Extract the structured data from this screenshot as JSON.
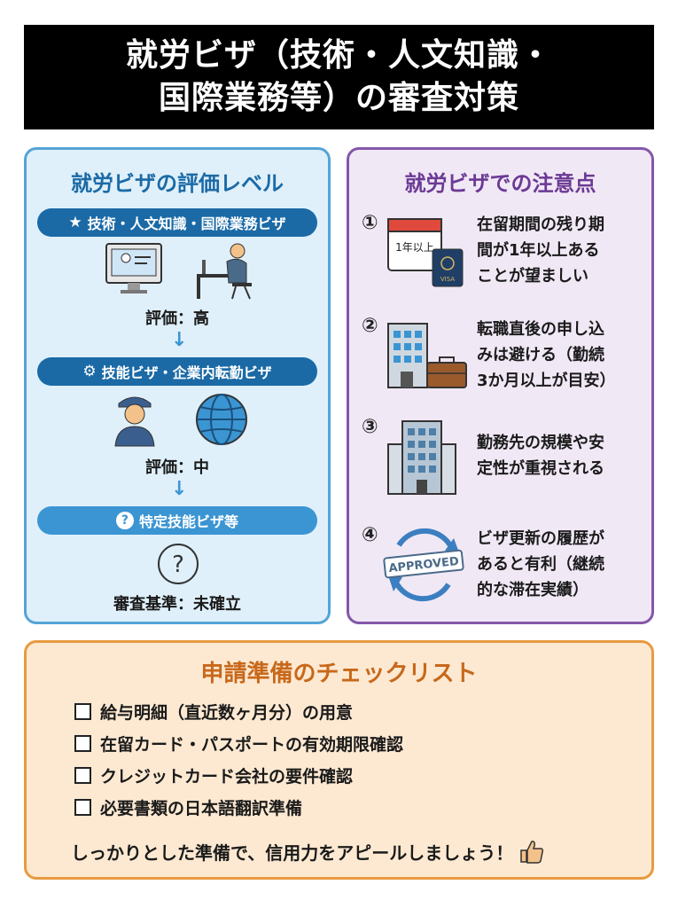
{
  "title": {
    "line1": "就労ビザ（技術・人文知識・",
    "line2": "国際業務等）の審査対策"
  },
  "evaluation": {
    "heading": "就労ビザの評価レベル",
    "levels": [
      {
        "label": "技術・人文知識・国際業務ビザ",
        "icon": "star-icon",
        "rating": "評価：高"
      },
      {
        "label": "技能ビザ・企業内転勤ビザ",
        "icon": "gear-icon",
        "rating": "評価：中"
      },
      {
        "label": "特定技能ビザ等",
        "icon": "question-icon",
        "rating": "審査基準：未確立"
      }
    ],
    "arrow": "↓"
  },
  "cautions": {
    "heading": "就労ビザでの注意点",
    "items": [
      {
        "num": "①",
        "lines": [
          "在留期間の残り期",
          "間が1年以上ある",
          "ことが望ましい"
        ],
        "icon": "calendar-passport-icon",
        "calendar_label": "1年以上",
        "passport_label": "VISA"
      },
      {
        "num": "②",
        "lines": [
          "転職直後の申し込",
          "みは避ける（勤続",
          "3か月以上が目安）"
        ],
        "icon": "building-briefcase-icon"
      },
      {
        "num": "③",
        "lines": [
          "勤務先の規模や安",
          "定性が重視される"
        ],
        "icon": "office-building-icon"
      },
      {
        "num": "④",
        "lines": [
          "ビザ更新の履歴が",
          "あると有利（継続",
          "的な滞在実績）"
        ],
        "icon": "approved-renew-icon",
        "stamp": "APPROVED"
      }
    ]
  },
  "checklist": {
    "heading": "申請準備のチェックリスト",
    "items": [
      "給与明細（直近数ヶ月分）の用意",
      "在留カード・パスポートの有効期限確認",
      "クレジットカード会社の要件確認",
      "必要書類の日本語翻訳準備"
    ],
    "footer": "しっかりとした準備で、信用力をアピールしましょう！"
  },
  "colors": {
    "left_accent": "#1b6aa6",
    "right_accent": "#6b3a94",
    "bottom_accent": "#c8681a"
  }
}
